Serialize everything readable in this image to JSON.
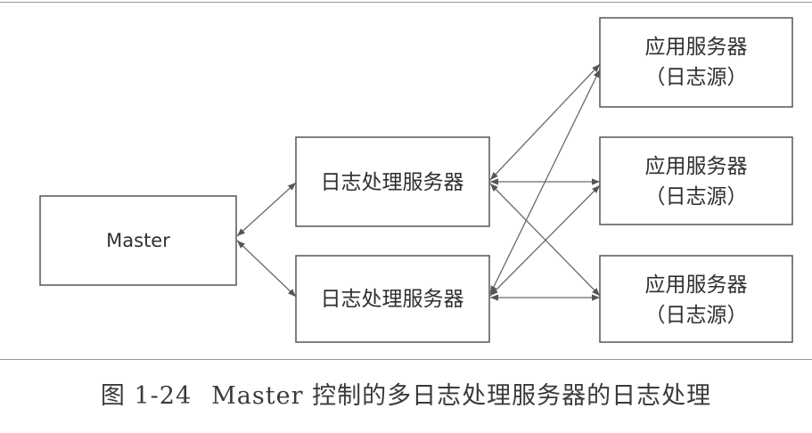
{
  "diagram": {
    "master": {
      "label": "Master"
    },
    "log_processors": [
      {
        "label": "日志处理服务器"
      },
      {
        "label": "日志处理服务器"
      }
    ],
    "app_servers": [
      {
        "line1": "应用服务器",
        "line2": "（日志源）"
      },
      {
        "line1": "应用服务器",
        "line2": "（日志源）"
      },
      {
        "line1": "应用服务器",
        "line2": "（日志源）"
      }
    ]
  },
  "caption": {
    "figure_number": "图 1-24",
    "text": "Master 控制的多日志处理服务器的日志处理"
  }
}
